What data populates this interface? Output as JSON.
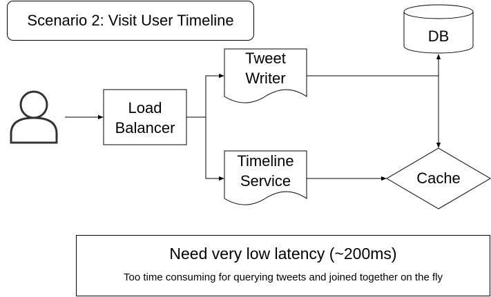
{
  "title": "Scenario 2: Visit User Timeline",
  "nodes": {
    "load_balancer": {
      "line1": "Load",
      "line2": "Balancer"
    },
    "tweet_writer": {
      "line1": "Tweet",
      "line2": "Writer"
    },
    "timeline_service": {
      "line1": "Timeline",
      "line2": "Service"
    },
    "db": "DB",
    "cache": "Cache"
  },
  "note": {
    "main": "Need very low latency (~200ms)",
    "sub": "Too time consuming for querying tweets and joined together on the fly"
  },
  "icons": {
    "user": "user-icon"
  },
  "colors": {
    "stroke": "#000000",
    "user_icon": "#333333"
  }
}
